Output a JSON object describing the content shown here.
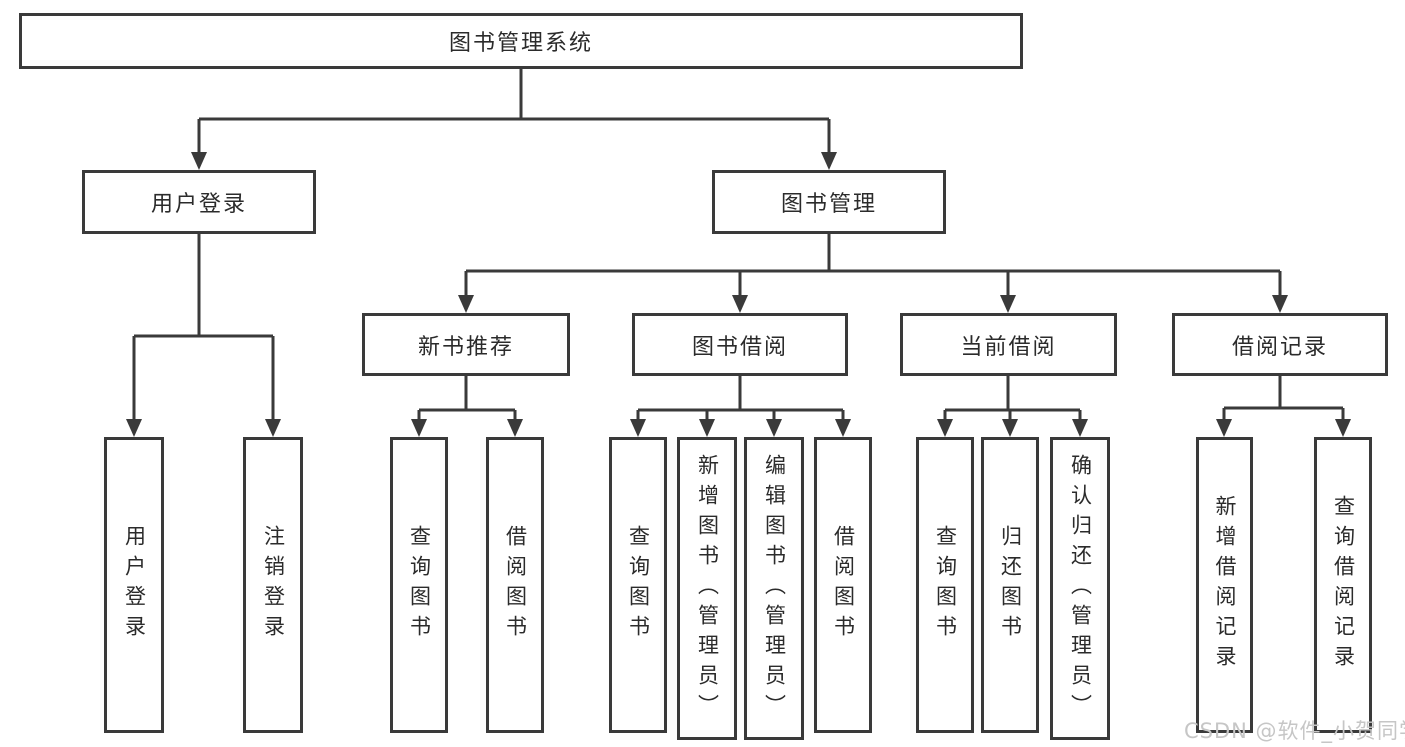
{
  "tree": {
    "label": "图书管理系统",
    "children": [
      {
        "label": "用户登录",
        "children": [
          {
            "label": "用户登录"
          },
          {
            "label": "注销登录"
          }
        ]
      },
      {
        "label": "图书管理",
        "children": [
          {
            "label": "新书推荐",
            "children": [
              {
                "label": "查询图书"
              },
              {
                "label": "借阅图书"
              }
            ]
          },
          {
            "label": "图书借阅",
            "children": [
              {
                "label": "查询图书"
              },
              {
                "label": "新增图书（管理员）"
              },
              {
                "label": "编辑图书（管理员）"
              },
              {
                "label": "借阅图书"
              }
            ]
          },
          {
            "label": "当前借阅",
            "children": [
              {
                "label": "查询图书"
              },
              {
                "label": "归还图书"
              },
              {
                "label": "确认归还（管理员）"
              }
            ]
          },
          {
            "label": "借阅记录",
            "children": [
              {
                "label": "新增借阅记录"
              },
              {
                "label": "查询借阅记录"
              }
            ]
          }
        ]
      }
    ]
  },
  "watermark": "CSDN @软件_小贺同学",
  "colors": {
    "line": "#3a3a3a",
    "text": "#2b2b2b",
    "background": "#ffffff",
    "watermark": "#c6c6c6"
  }
}
